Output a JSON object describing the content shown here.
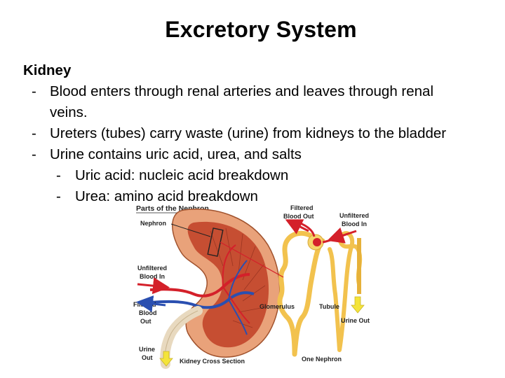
{
  "slide": {
    "title": "Excretory System",
    "heading": "Kidney",
    "bullets": [
      {
        "level": 1,
        "lines": [
          "Blood enters through renal arteries and leaves through renal",
          "veins."
        ]
      },
      {
        "level": 1,
        "lines": [
          "Ureters (tubes) carry waste (urine) from kidneys to the bladder"
        ]
      },
      {
        "level": 1,
        "lines": [
          "Urine contains uric acid, urea, and salts"
        ]
      },
      {
        "level": 2,
        "lines": [
          "Uric acid: nucleic acid breakdown"
        ]
      },
      {
        "level": 2,
        "lines": [
          "Urea: amino acid breakdown"
        ]
      }
    ]
  },
  "diagram": {
    "title": "Parts of the Nephron",
    "labels": {
      "nephron": "Nephron",
      "unfiltered_in_left": [
        "Unfiltered",
        "Blood In"
      ],
      "filtered_out_left": [
        "Filtered",
        "Blood",
        "Out"
      ],
      "urine_out_left": [
        "Urine",
        "Out"
      ],
      "kidney_section": "Kidney Cross Section",
      "filtered_out_right": [
        "Filtered",
        "Blood Out"
      ],
      "unfiltered_in_right": [
        "Unfiltered",
        "Blood In"
      ],
      "glomerulus": "Glomerulus",
      "tubule": "Tubule",
      "urine_out_right": "Urine Out",
      "one_nephron": "One Nephron"
    },
    "colors": {
      "artery": "#d4202a",
      "vein": "#2a4fb0",
      "kidney_cortex": "#e9a27a",
      "kidney_medulla": "#c2452a",
      "tubule": "#f2c24e",
      "ureter": "#e8d9bf",
      "arrow_yellow": "#f4e43a"
    }
  }
}
